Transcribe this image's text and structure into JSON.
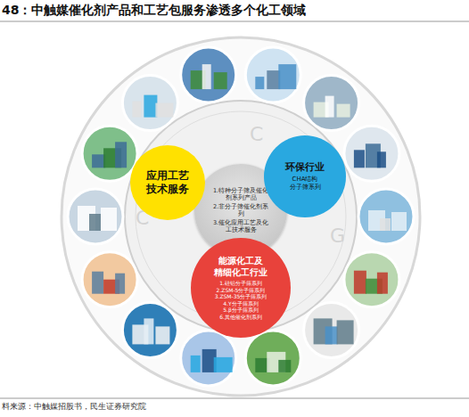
{
  "diagram": {
    "title": "48：中触媒催化剂产品和工艺包服务渗透多个化工领域",
    "caption": "料来源：中触媒招股书，民生证券研究院",
    "nodes": [
      {
        "text": [
          "1.特种分子筛及催化剂系列产品",
          "2.非分子筛催化剂系列",
          "3.催化应用工艺及化工技术服务"
        ]
      },
      {
        "text": [
          "应用工艺 技术服务"
        ]
      },
      {
        "text": [
          "环保行业",
          "CHA结构 分子筛系列"
        ]
      },
      {
        "text": [
          "能源化工及 精细化工行业",
          "1.硅铝分子筛系列",
          "2.ZSM-5分子筛系列",
          "3.ZSM-35分子筛系列",
          "4.Y分子筛系列",
          "5.β分子筛系列",
          "6.其他催化剂系列"
        ]
      }
    ],
    "labels": [
      "C",
      "C",
      "G"
    ]
  }
}
